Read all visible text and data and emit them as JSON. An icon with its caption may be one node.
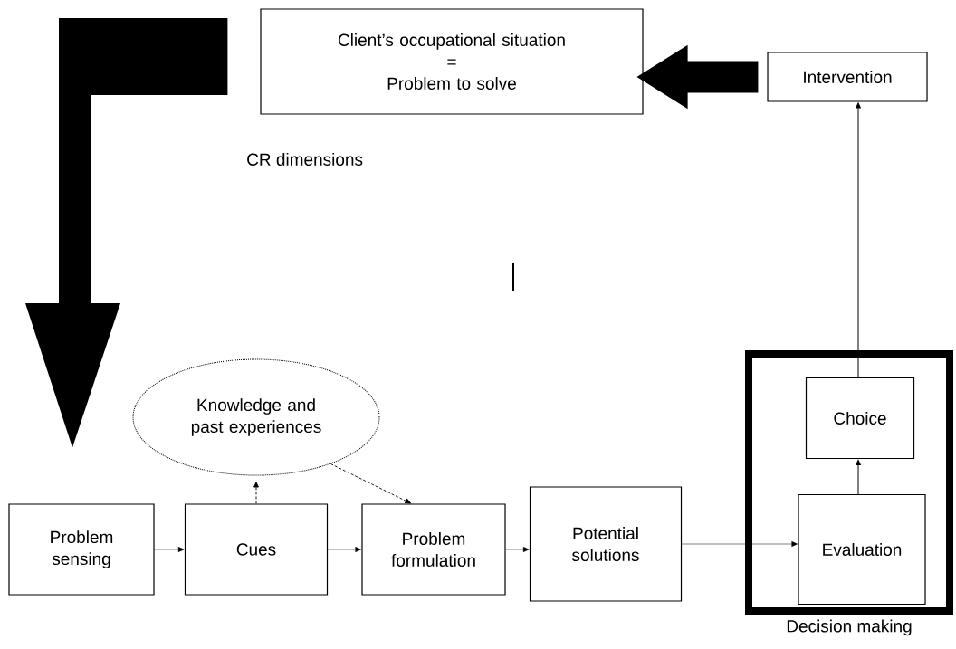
{
  "diagram": {
    "nodes": [
      {
        "text": [
          "Client’s occupational situation",
          "=",
          "Problem to solve"
        ]
      },
      {
        "text": [
          "Intervention"
        ]
      },
      {
        "text": [
          "Knowledge and past experiences"
        ]
      },
      {
        "text": [
          "Problem sensing"
        ]
      },
      {
        "text": [
          "Cues"
        ]
      },
      {
        "text": [
          "Problem formulation"
        ]
      },
      {
        "text": [
          "Potential solutions"
        ]
      },
      {
        "text": [
          "Decision making"
        ]
      },
      {
        "text": [
          "Choice"
        ],
        "in": 7
      },
      {
        "text": [
          "Evaluation"
        ],
        "in": 7
      }
    ],
    "edges": [
      {
        "from": 1,
        "to": 0,
        "arrow": "to",
        "style": "thick"
      },
      {
        "from": 0,
        "to": 3,
        "arrow": "to",
        "style": "thick"
      },
      {
        "from": 8,
        "to": 1,
        "arrow": "to"
      },
      {
        "from": 9,
        "to": 8,
        "arrow": "to"
      },
      {
        "from": 3,
        "to": 4,
        "arrow": "to"
      },
      {
        "from": 4,
        "to": 5,
        "arrow": "to"
      },
      {
        "from": 5,
        "to": 6,
        "arrow": "to"
      },
      {
        "from": 6,
        "to": 9,
        "arrow": "to"
      },
      {
        "from": 4,
        "to": 2,
        "arrow": "to",
        "style": "dashed"
      },
      {
        "from": 2,
        "to": 5,
        "arrow": "to",
        "style": "dashed"
      }
    ],
    "labels": [
      "CR dimensions"
    ]
  }
}
